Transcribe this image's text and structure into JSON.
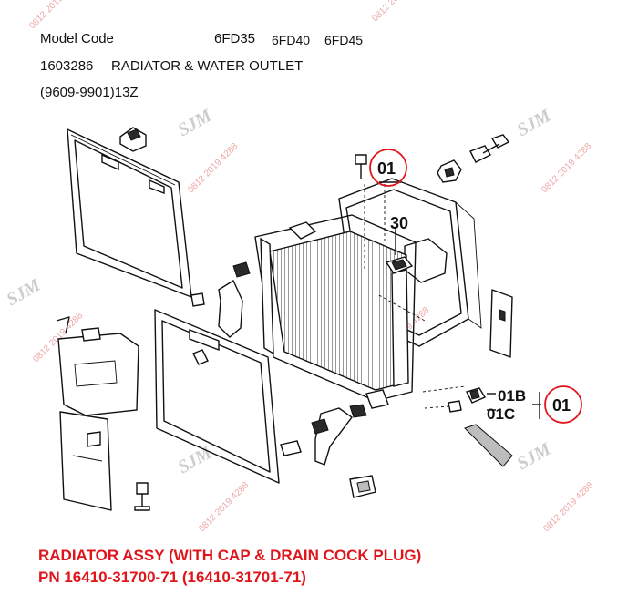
{
  "header": {
    "model_label": "Model Code",
    "models": [
      "6FD35",
      "6FD40",
      "6FD45"
    ],
    "group_code": "1603286",
    "group_title": "RADIATOR & WATER OUTLET",
    "serial_range": "(9609-9901)13Z"
  },
  "callouts": {
    "top_assembly": "01",
    "cap": "30",
    "drain_cock": "01B",
    "drain_plug": "01C",
    "right_assembly": "01"
  },
  "watermark": {
    "phone": "0812 2019 4288",
    "logo": "SJM"
  },
  "footer": {
    "line1": "RADIATOR ASSY (WITH CAP & DRAIN COCK PLUG)",
    "line2": "PN 16410-31700-71 (16410-31701-71)"
  },
  "colors": {
    "callout_circle": "#e0151b",
    "footer_text": "#e0151b",
    "watermark_text": "#e06060",
    "line_art": "#111111"
  }
}
